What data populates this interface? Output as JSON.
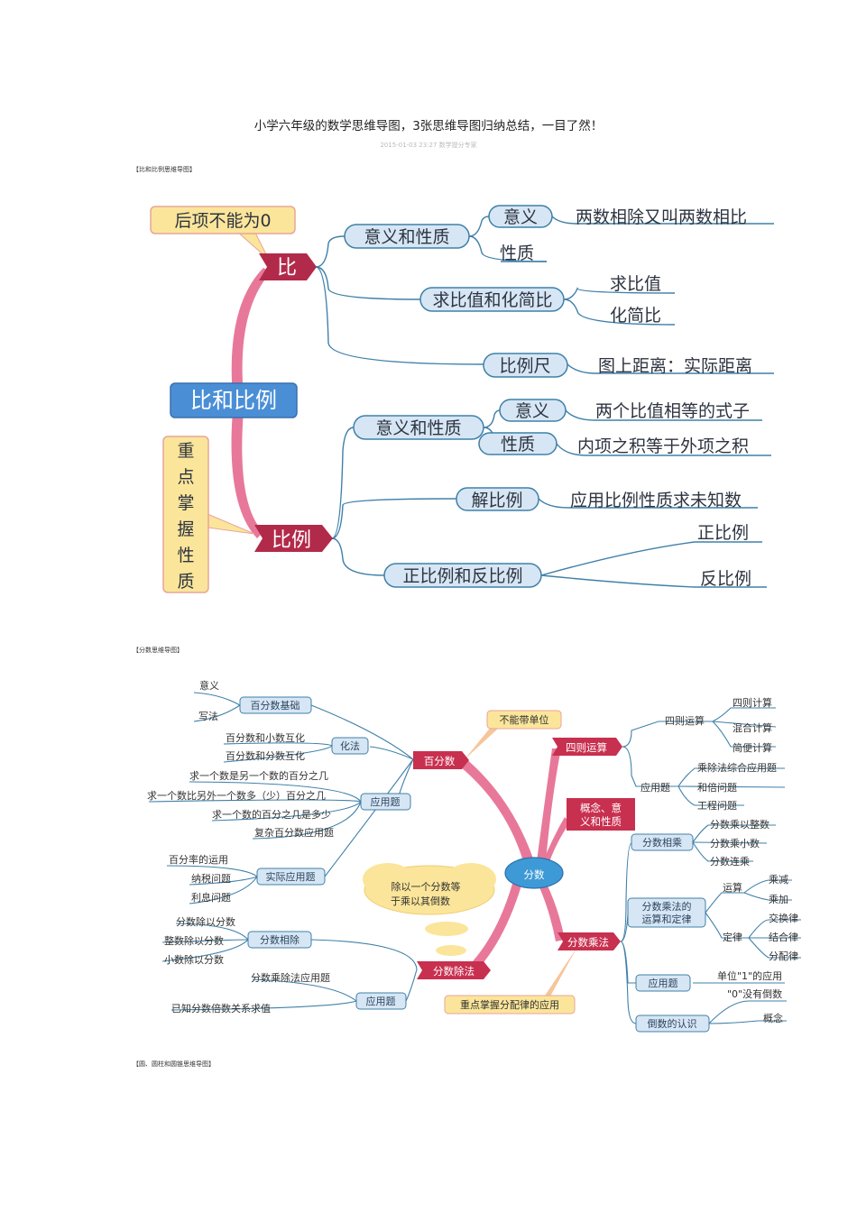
{
  "page": {
    "title": "小学六年级的数学思维导图，3张思维导图归纳总结，一目了然！",
    "meta": "2015-01-03 23:27 数学提分专家"
  },
  "sections": {
    "s1": "【比和比例思维导图】",
    "s2": "【分数思维导图】",
    "s3": "【圆、圆柱和圆锥思维导图】"
  },
  "map1": {
    "center": "比和比例",
    "note_top": "后项不能为0",
    "note_side": [
      "重",
      "点",
      "掌",
      "握",
      "性",
      "质"
    ],
    "bi": {
      "label": "比",
      "meaning_props": "意义和性质",
      "meaning": "意义",
      "meaning_text": "两数相除又叫两数相比",
      "props": "性质",
      "simplify": "求比值和化简比",
      "ratio_value": "求比值",
      "simplify_ratio": "化简比",
      "scale": "比例尺",
      "scale_text": "图上距离：实际距离"
    },
    "bili": {
      "label": "比例",
      "meaning_props": "意义和性质",
      "meaning": "意义",
      "meaning_text": "两个比值相等的式子",
      "props": "性质",
      "props_text": "内项之积等于外项之积",
      "solve": "解比例",
      "solve_text": "应用比例性质求未知数",
      "direct_inverse": "正比例和反比例",
      "direct": "正比例",
      "inverse": "反比例"
    }
  },
  "map2": {
    "center": "分数",
    "percent": {
      "label": "百分数",
      "basics": "百分数基础",
      "meaning": "意义",
      "writing": "写法",
      "convert": "化法",
      "convert_items": [
        "百分数和小数互化",
        "百分数和分数互化"
      ],
      "word_problems": "应用题",
      "word_items": [
        "求一个数是另一个数的百分之几",
        "求一个数比另外一个数多（少）百分之几",
        "求一个数的百分之几是多少",
        "复杂百分数应用题"
      ],
      "practical": "实际应用题",
      "practical_items": [
        "百分率的运用",
        "纳税问题",
        "利息问题"
      ],
      "note": "不能带单位"
    },
    "ops": {
      "label": "四则运算",
      "arith": "四则运算",
      "arith_items": [
        "四则计算",
        "混合计算",
        "简便计算"
      ],
      "word": "应用题",
      "word_items": [
        "乘除法综合应用题",
        "和倍问题",
        "工程问题"
      ]
    },
    "concept": "概念、意义和性质",
    "mult": {
      "label": "分数乘法",
      "frac_mult": "分数相乘",
      "frac_mult_items": [
        "分数乘以整数",
        "分数乘小数",
        "分数连乘"
      ],
      "law": "分数乘法的运算和定律",
      "calc": "运算",
      "calc_items": [
        "乘减",
        "乘加"
      ],
      "rules": "定律",
      "rules_items": [
        "交换律",
        "结合律",
        "分配律"
      ],
      "word": "应用题",
      "word_item": "单位\"1\"的应用",
      "reciprocal": "倒数的认识",
      "recip_items": [
        "\"0\"没有倒数",
        "概念"
      ],
      "note": "重点掌握分配律的应用"
    },
    "div": {
      "label": "分数除法",
      "frac_div": "分数相除",
      "frac_div_items": [
        "分数除以分数",
        "整数除以分数",
        "小数除以分数"
      ],
      "word": "应用题",
      "word_items": [
        "分数乘除法应用题",
        "已知分数倍数关系求值"
      ],
      "cloud": [
        "除以一个分数等",
        "于乘以其倒数"
      ]
    }
  }
}
